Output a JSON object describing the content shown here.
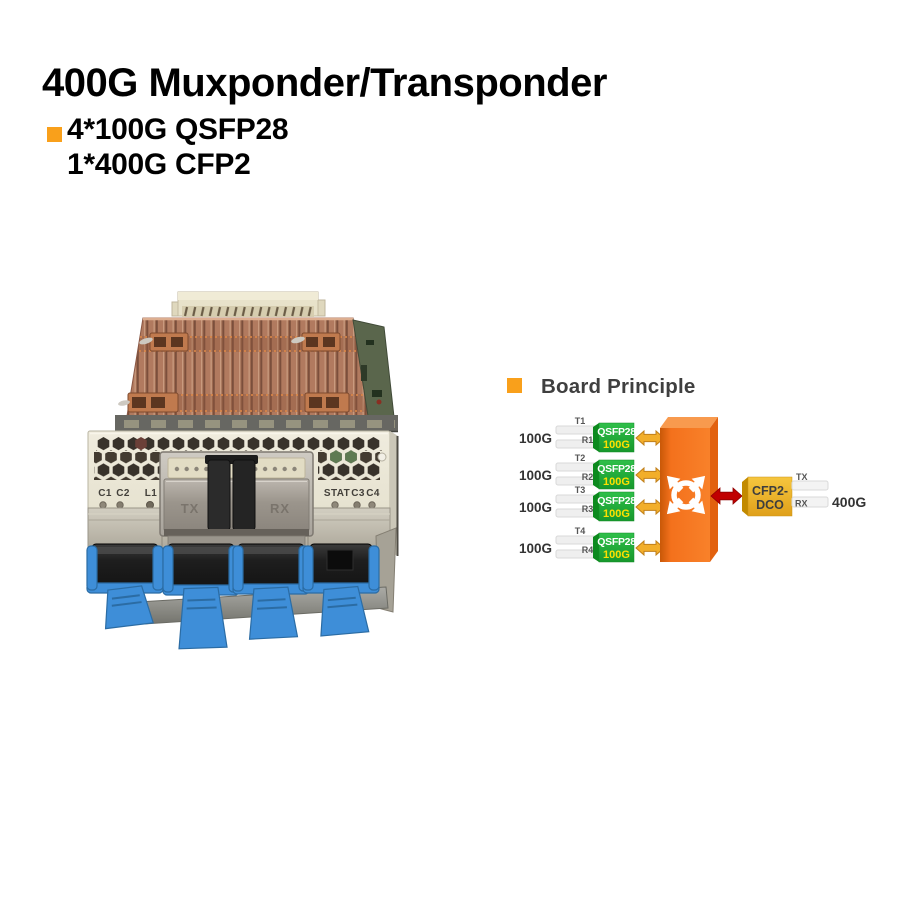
{
  "slide": {
    "title": "400G Muxponder/Transponder",
    "bullets": [
      "4*100G QSFP28",
      "1*400G CFP2"
    ]
  },
  "module_photo": {
    "description": "400G muxponder line card: copper heatsink, backplane connector, beige faceplate with vent holes, central CFP2 line port, four QSFP28 client ports with blue pull-tab latches",
    "panel_labels": {
      "c1": "C1",
      "c2": "C2",
      "l1": "L1",
      "stat": "STAT",
      "c3": "C3",
      "c4": "C4"
    },
    "cfp2_port": {
      "tx": "TX",
      "rx": "RX"
    }
  },
  "board_principle": {
    "heading": "Board Principle",
    "client_rows": [
      {
        "rate": "100G",
        "tx_port": "T1",
        "rx_port": "R1",
        "module_top": "QSFP28",
        "module_bottom": "100G"
      },
      {
        "rate": "100G",
        "tx_port": "T2",
        "rx_port": "R2",
        "module_top": "QSFP28",
        "module_bottom": "100G"
      },
      {
        "rate": "100G",
        "tx_port": "T3",
        "rx_port": "R3",
        "module_top": "QSFP28",
        "module_bottom": "100G"
      },
      {
        "rate": "100G",
        "tx_port": "T4",
        "rx_port": "R4",
        "module_top": "QSFP28",
        "module_bottom": "100G"
      }
    ],
    "line_module": {
      "line1": "CFP2-",
      "line2": "DCO"
    },
    "line_ports": {
      "tx": "TX",
      "rx": "RX"
    },
    "line_rate": "400G"
  },
  "icons": {
    "bullet_square": "orange-square-bullet",
    "switch_fabric": "crossconnect-four-arrows-circle",
    "client_link": "bidirectional-yellow-arrow",
    "line_link": "bidirectional-red-arrow"
  },
  "colors": {
    "bullet_orange": "#F9A01B",
    "title_black": "#000000",
    "heading_gray": "#3F3F3F",
    "qsfp_green": "#24AE3C",
    "qsfp_green_dark": "#0C8A1E",
    "switch_orange": "#F4711C",
    "switch_orange_top": "#F89A4E",
    "cfp2_gold": "#F0B42A",
    "cfp2_gold_dark": "#C28A00",
    "client_arrow_yellow": "#F2AE2A",
    "line_arrow_red": "#C00000",
    "latch_blue": "#3E8ED8",
    "heatsink_copper": "#B27A5F",
    "faceplate_beige": "#E9E5D6"
  }
}
